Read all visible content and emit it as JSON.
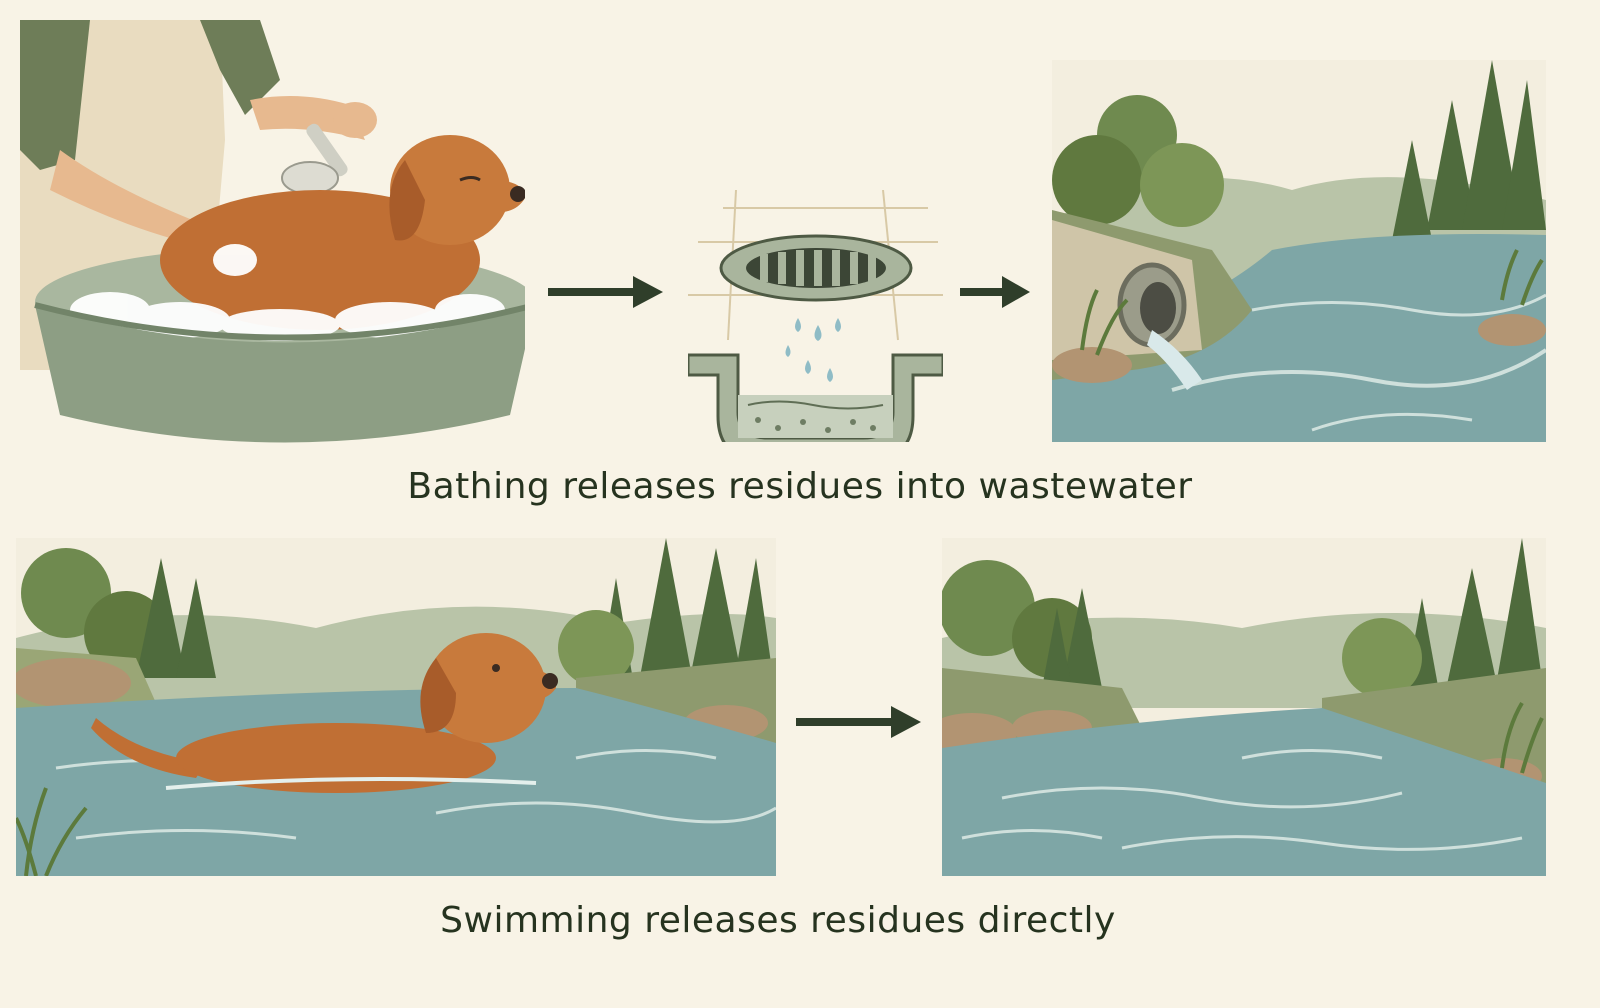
{
  "rows": [
    {
      "caption": "Bathing releases residues into wastewater",
      "steps": [
        {
          "name": "dog-bath-scene",
          "icon": "dog-in-tub-illustration"
        },
        {
          "name": "drain-scene",
          "icon": "floor-drain-pipe-illustration"
        },
        {
          "name": "river-outfall-scene",
          "icon": "river-outfall-pipe-illustration"
        }
      ]
    },
    {
      "caption": "Swimming releases residues directly",
      "steps": [
        {
          "name": "dog-swimming-scene",
          "icon": "dog-swimming-river-illustration"
        },
        {
          "name": "river-scene",
          "icon": "river-landscape-illustration"
        }
      ]
    }
  ],
  "colors": {
    "background": "#f8f3e6",
    "text": "#26331f",
    "arrow": "#2f3e2a",
    "water": "#7ea6a6",
    "dog": "#c06f34",
    "foliage": "#6f8a4f",
    "tub": "#8d9e84"
  }
}
